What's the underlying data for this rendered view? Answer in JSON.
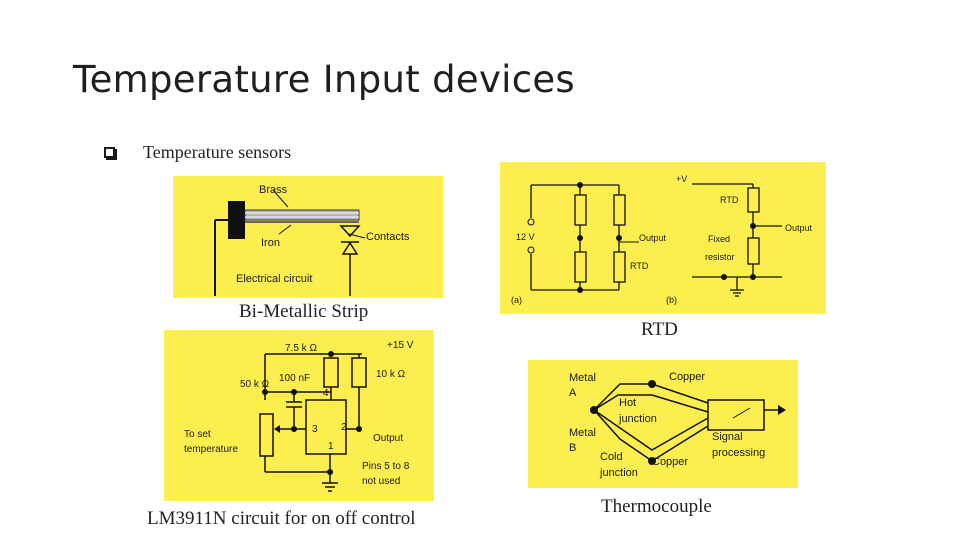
{
  "title": "Temperature Input devices",
  "heading": "Temperature sensors",
  "bimetal": {
    "caption": "Bi-Metallic Strip",
    "brass": "Brass",
    "iron": "Iron",
    "contacts": "Contacts",
    "circuit": "Electrical circuit"
  },
  "rtd": {
    "caption": "RTD",
    "v12": "12 V",
    "output_a": "Output",
    "rtd_a": "RTD",
    "label_a": "(a)",
    "label_b": "(b)",
    "vplus": "+V",
    "rtd_b": "RTD",
    "output_b": "Output",
    "fixed": "Fixed",
    "resistor": "resistor"
  },
  "lm": {
    "caption": "LM3911N circuit for on  off control",
    "r75k": "7.5 k Ω",
    "v15": "+15 V",
    "c100": "100 nF",
    "r50k": "50 k Ω",
    "r10k": "10 k Ω",
    "pin4": "4",
    "pin3": "3",
    "pin2": "2",
    "pin1": "1",
    "toset1": "To set",
    "toset2": "temperature",
    "output": "Output",
    "pins1": "Pins 5 to 8",
    "pins2": "not used"
  },
  "tc": {
    "caption": "Thermocouple",
    "metal_a1": "Metal",
    "metal_a2": "A",
    "metal_b1": "Metal",
    "metal_b2": "B",
    "copper1": "Copper",
    "copper2": "Copper",
    "hot1": "Hot",
    "hot2": "junction",
    "cold1": "Cold",
    "cold2": "junction",
    "sig1": "Signal",
    "sig2": "processing"
  }
}
